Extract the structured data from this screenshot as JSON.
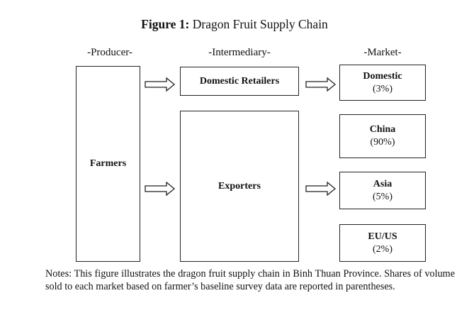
{
  "figure": {
    "title_prefix": "Figure 1:",
    "title_text": "Dragon Fruit Supply Chain"
  },
  "columns": {
    "producer": "-Producer-",
    "intermediary": "-Intermediary-",
    "market": "-Market-"
  },
  "nodes": {
    "farmers": "Farmers",
    "domestic_retailers": "Domestic Retailers",
    "exporters": "Exporters"
  },
  "markets": [
    {
      "name": "Domestic",
      "share": "(3%)"
    },
    {
      "name": "China",
      "share": "(90%)"
    },
    {
      "name": "Asia",
      "share": "(5%)"
    },
    {
      "name": "EU/US",
      "share": "(2%)"
    }
  ],
  "notes": "Notes: This figure illustrates the dragon fruit supply chain in Binh Thuan Province. Shares of volume sold to each market based on farmer’s baseline survey data are reported in parentheses."
}
